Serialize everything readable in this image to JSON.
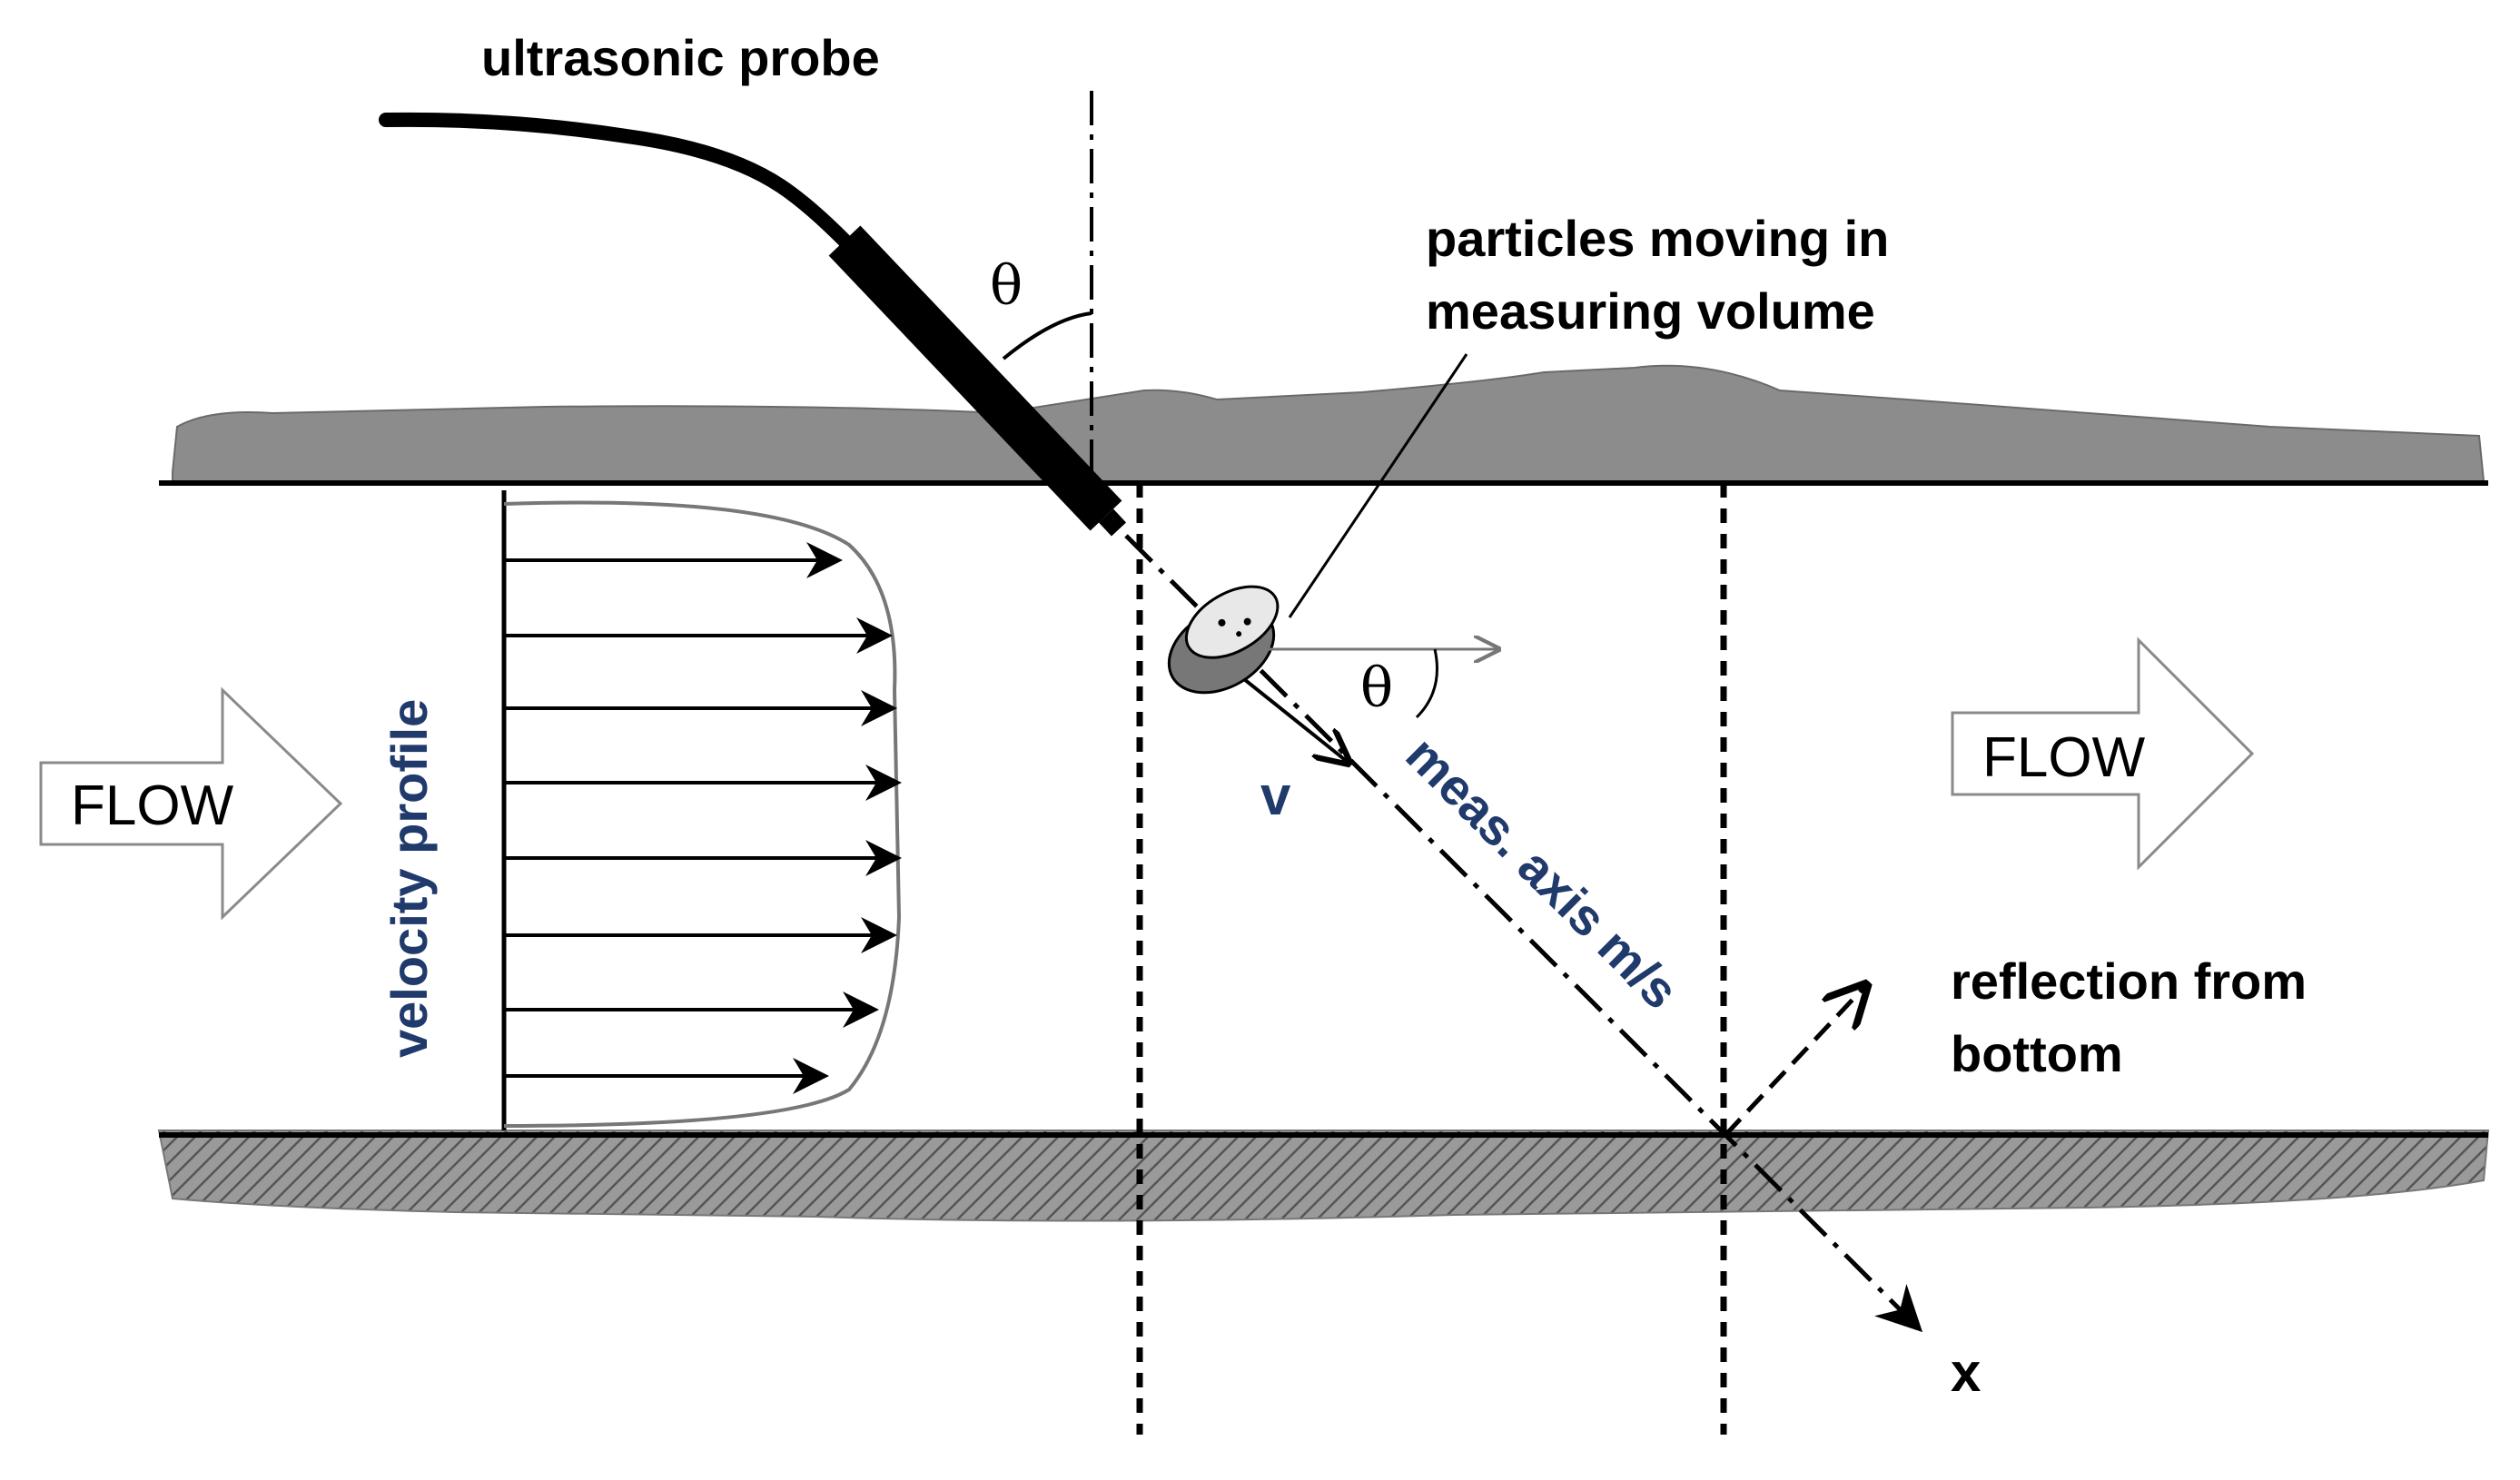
{
  "labels": {
    "ultrasonic_probe": "ultrasonic probe",
    "particles_line1": "particles moving in",
    "particles_line2": "measuring volume",
    "theta": "θ",
    "v": "v",
    "meas_axis": "meas. axis m/s",
    "velocity_profile": "velocity profile",
    "flow_left": "FLOW",
    "flow_right": "FLOW",
    "reflection_line1": "reflection from",
    "reflection_line2": "bottom",
    "x_axis": "x"
  },
  "colors": {
    "label_text": "#000000",
    "blue_label": "#1f3a6b",
    "wall_fill": "#8c8c8c",
    "line": "#000000",
    "flow_arrow_stroke": "#8a8a8a"
  }
}
